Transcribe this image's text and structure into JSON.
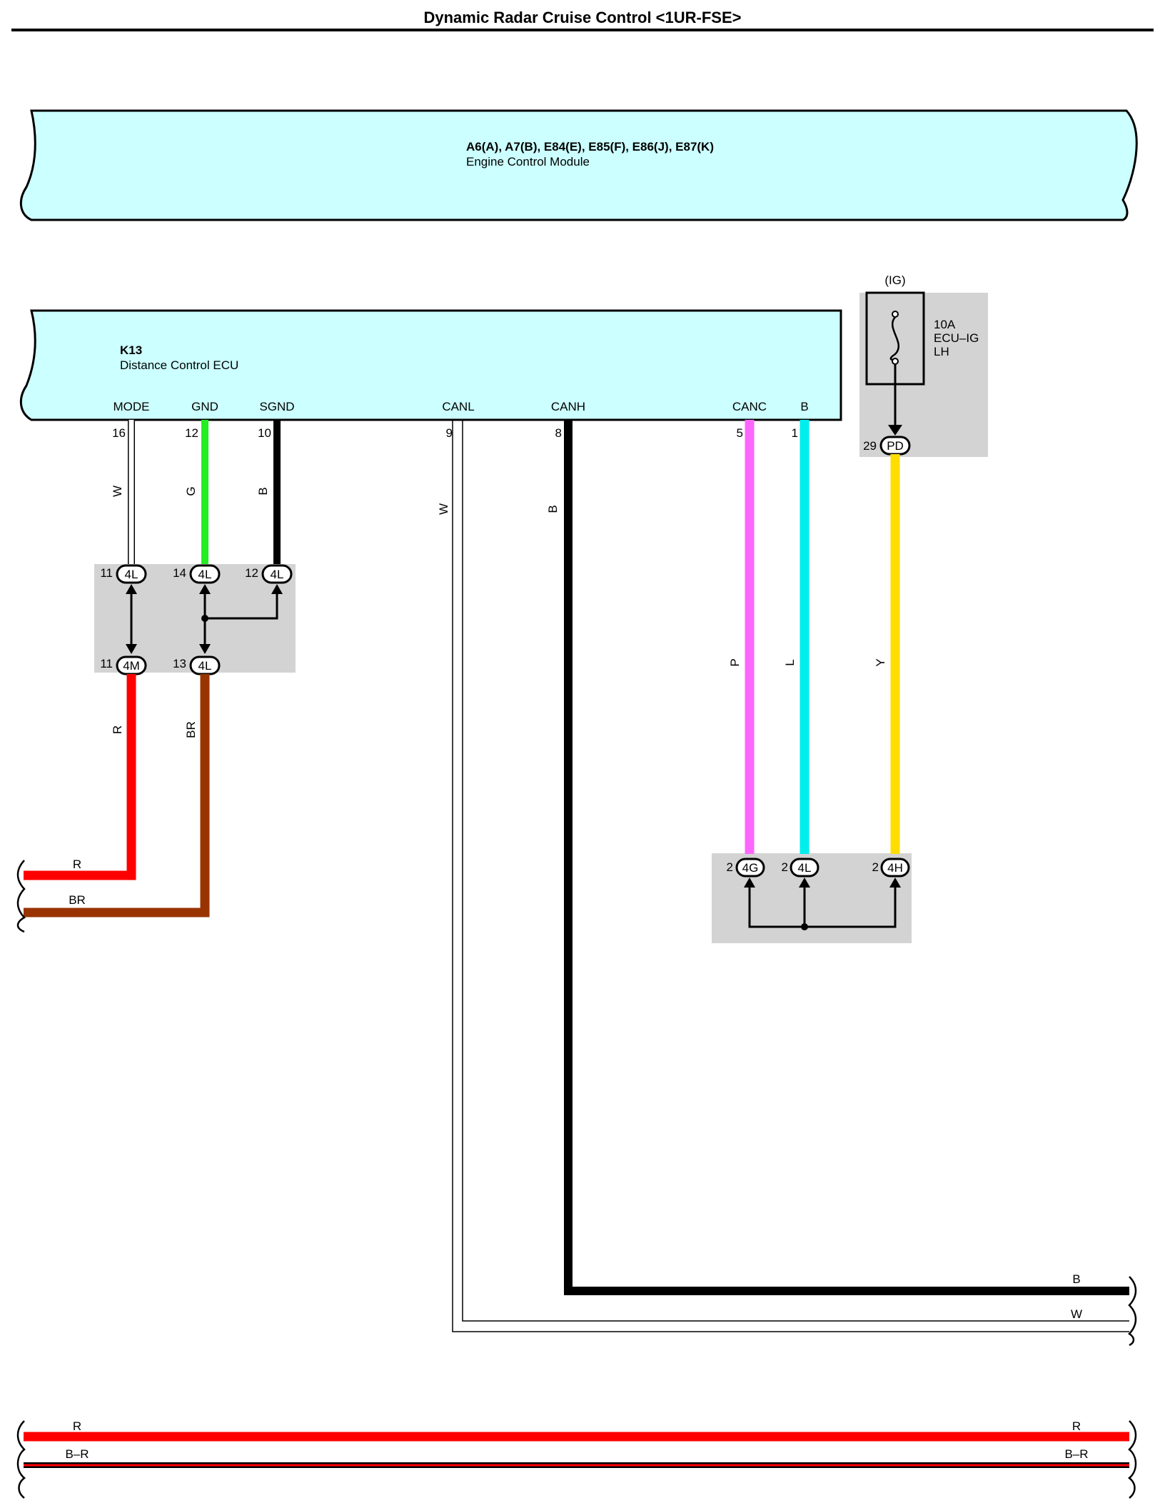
{
  "title": "Dynamic Radar Cruise Control <1UR-FSE>",
  "ecm": {
    "connectors": "A6(A), A7(B), E84(E), E85(F), E86(J), E87(K)",
    "name": "Engine Control Module"
  },
  "ecu": {
    "code": "K13",
    "name": "Distance Control ECU",
    "terminals": [
      {
        "label": "MODE",
        "pin": "16",
        "wire": "W"
      },
      {
        "label": "GND",
        "pin": "12",
        "wire": "G"
      },
      {
        "label": "SGND",
        "pin": "10",
        "wire": "B"
      },
      {
        "label": "CANL",
        "pin": "9",
        "wire": "W"
      },
      {
        "label": "CANH",
        "pin": "8",
        "wire": "B"
      },
      {
        "label": "CANC",
        "pin": "5",
        "wire": "P"
      },
      {
        "label": "B",
        "pin": "1",
        "wire": "L"
      }
    ]
  },
  "fuse": {
    "source": "(IG)",
    "rating": "10A",
    "name_line1": "ECU–IG",
    "name_line2": "LH",
    "pin": "29",
    "connector": "PD",
    "wire": "Y"
  },
  "junction_upper_left": {
    "top": [
      {
        "pin": "11",
        "conn": "4L"
      },
      {
        "pin": "14",
        "conn": "4L"
      },
      {
        "pin": "12",
        "conn": "4L"
      }
    ],
    "bottom": [
      {
        "pin": "11",
        "conn": "4M",
        "wire": "R"
      },
      {
        "pin": "13",
        "conn": "4L",
        "wire": "BR"
      }
    ]
  },
  "junction_right": [
    {
      "pin": "2",
      "conn": "4G"
    },
    {
      "pin": "2",
      "conn": "4L"
    },
    {
      "pin": "2",
      "conn": "4H"
    }
  ],
  "left_exits": [
    {
      "wire": "R"
    },
    {
      "wire": "BR"
    }
  ],
  "right_exits": [
    {
      "wire": "B"
    },
    {
      "wire": "W"
    }
  ],
  "bottom_bus": {
    "top_left": "R",
    "top_right": "R",
    "bottom_left": "B–R",
    "bottom_right": "B–R"
  },
  "colors": {
    "module_fill": "#ccffff",
    "junction_fill": "#d3d3d3",
    "R": "#ff0000",
    "BR": "#993300",
    "G": "#22ee22",
    "B": "#000000",
    "W": "#ffffff",
    "P": "#ff66ff",
    "L": "#00eeee",
    "Y": "#ffdd00"
  }
}
